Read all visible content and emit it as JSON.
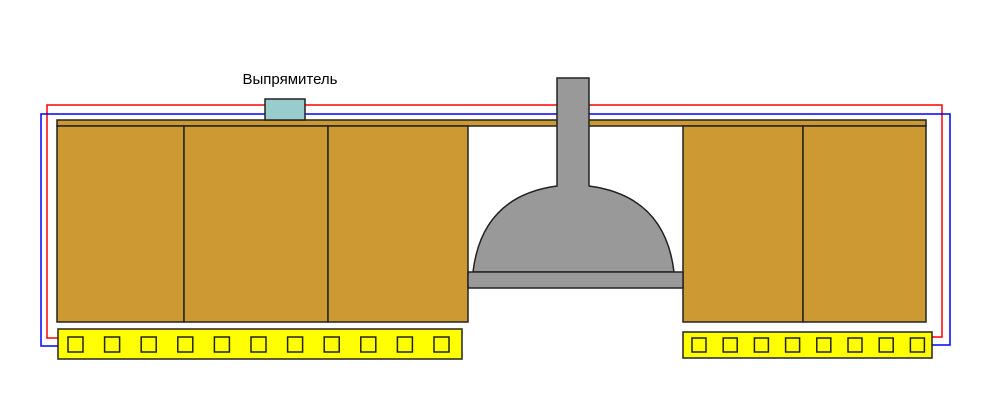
{
  "rectifier": {
    "label": "Выпрямитель"
  },
  "colors": {
    "cabinet": "#cc9933",
    "rectifier": "#99cccc",
    "hood": "#999999",
    "led_strip": "#ffff00",
    "wire_positive": "#ff0000",
    "wire_negative": "#0000ff",
    "outline": "#222222"
  },
  "led_strips": [
    {
      "name": "left",
      "segments": 11
    },
    {
      "name": "right",
      "segments": 8
    }
  ]
}
